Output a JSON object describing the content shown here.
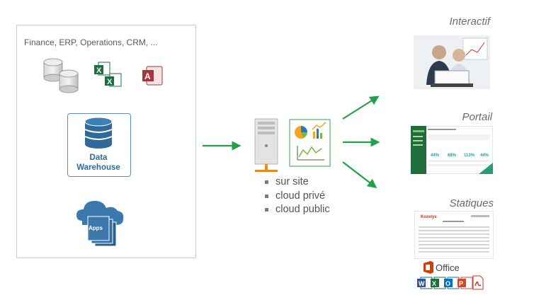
{
  "sources": {
    "caption": "Finance, ERP, Operations, CRM, ...",
    "icons": [
      "database-icon",
      "excel-icon",
      "excel-icon",
      "access-icon"
    ],
    "warehouse": {
      "line1": "Data",
      "line2": "Warehouse",
      "icon": "database-icon"
    },
    "apps_label": "Apps"
  },
  "server": {
    "icon": "server-icon",
    "chart_icon": "dashboard-charts-icon",
    "deployment": [
      "sur site",
      "cloud privé",
      "cloud public"
    ]
  },
  "outputs": {
    "interactif": {
      "title": "Interactif"
    },
    "portail": {
      "title": "Portail",
      "kpis": [
        "44%",
        "68%",
        "113%",
        "44%"
      ]
    },
    "statiques": {
      "title": "Statiques",
      "report_logo": "Kozelys",
      "office_label": "Office",
      "format_icons": [
        "word-icon",
        "excel-icon",
        "outlook-icon",
        "powerpoint-icon",
        "pdf-icon"
      ]
    }
  },
  "colors": {
    "arrow": "#22a04a",
    "accent_blue": "#2f6b9a",
    "panel_border": "#c9ccd1",
    "office_red": "#d83b01"
  }
}
